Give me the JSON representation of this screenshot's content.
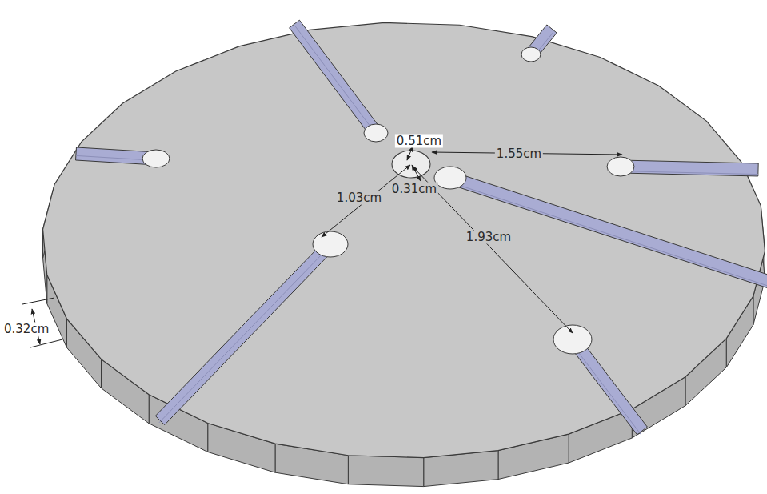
{
  "diagram": {
    "labels": [
      "0.51cm",
      "1.55cm",
      "0.31cm",
      "1.03cm",
      "1.93cm",
      "0.32cm"
    ]
  }
}
